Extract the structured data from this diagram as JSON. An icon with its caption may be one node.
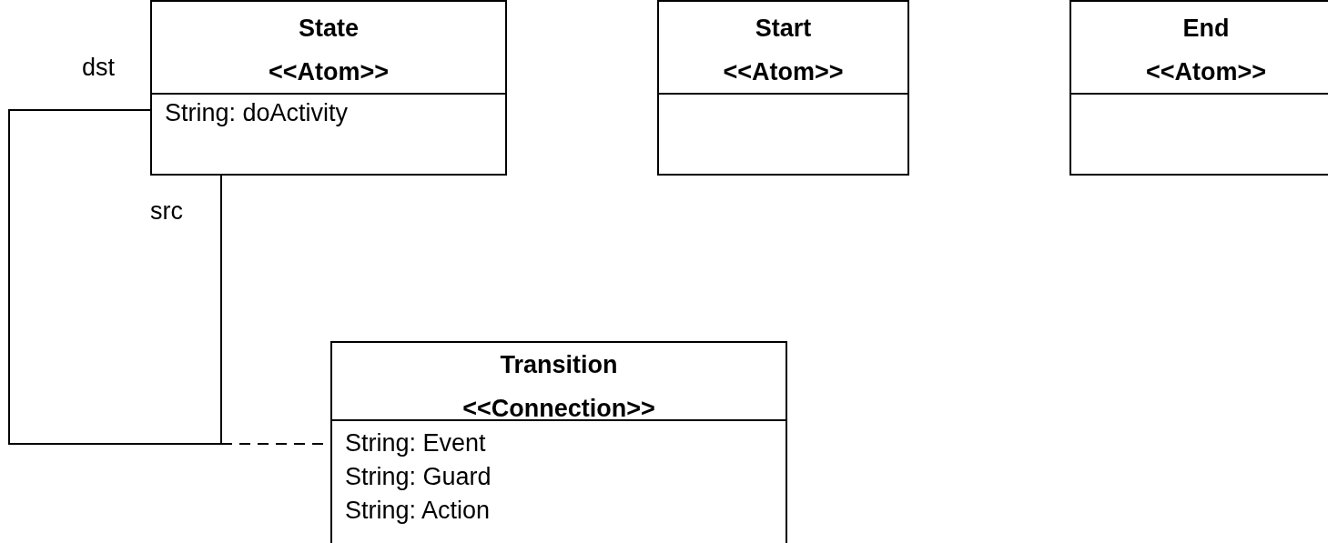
{
  "diagram": {
    "nodes": [
      {
        "text": [
          "State",
          "<<Atom>>",
          "String: doActivity"
        ]
      },
      {
        "text": [
          "Start",
          "<<Atom>>"
        ]
      },
      {
        "text": [
          "End",
          "<<Atom>>"
        ]
      },
      {
        "text": [
          "Transition",
          "<<Connection>>",
          "String: Event",
          "String: Guard",
          "String: Action"
        ]
      }
    ],
    "edges": [
      {
        "from": 0,
        "to": 0,
        "arrow": "none"
      },
      {
        "from": null,
        "to": 3,
        "arrow": "none",
        "style": "dashed"
      }
    ],
    "labels": [
      "dst",
      "src"
    ]
  }
}
